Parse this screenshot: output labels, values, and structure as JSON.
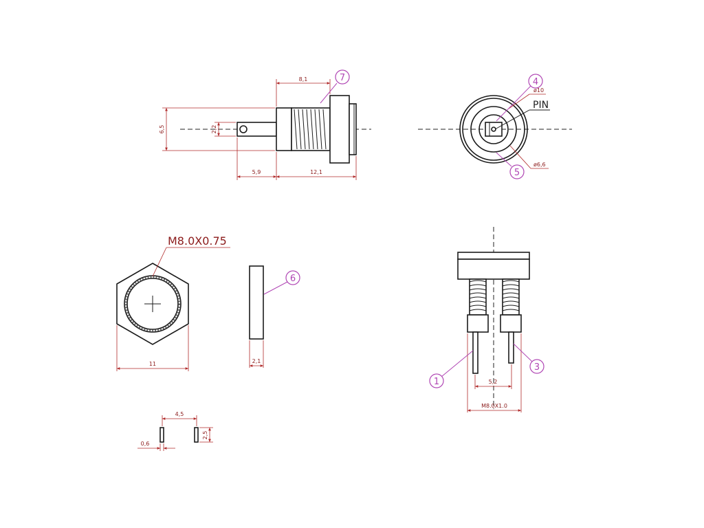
{
  "side_view": {
    "dim_top": "8,1",
    "dim_height": "6,5",
    "dim_pin": "2,2",
    "dim_left": "5,9",
    "dim_right": "12,1",
    "callout": "7"
  },
  "front_view": {
    "callout_top": "4",
    "callout_bottom": "5",
    "dim_outer": "ø10",
    "dim_inner": "ø6,6",
    "pin_label": "PIN"
  },
  "nut_view": {
    "thread_label": "M8.0X0.75",
    "dim_width": "11",
    "dim_thickness": "2,1",
    "callout": "6"
  },
  "terminal_view": {
    "dim_pitch": "4,5",
    "dim_width": "0,6",
    "dim_height": "2,5"
  },
  "bottom_view": {
    "dim_pin_spacing": "5,2",
    "dim_thread": "M8.0X1.0",
    "callout_left": "1",
    "callout_right": "3"
  },
  "colors": {
    "outline": "#1a1a1a",
    "dimension": "#b02a2a",
    "callout": "#b046b4"
  }
}
